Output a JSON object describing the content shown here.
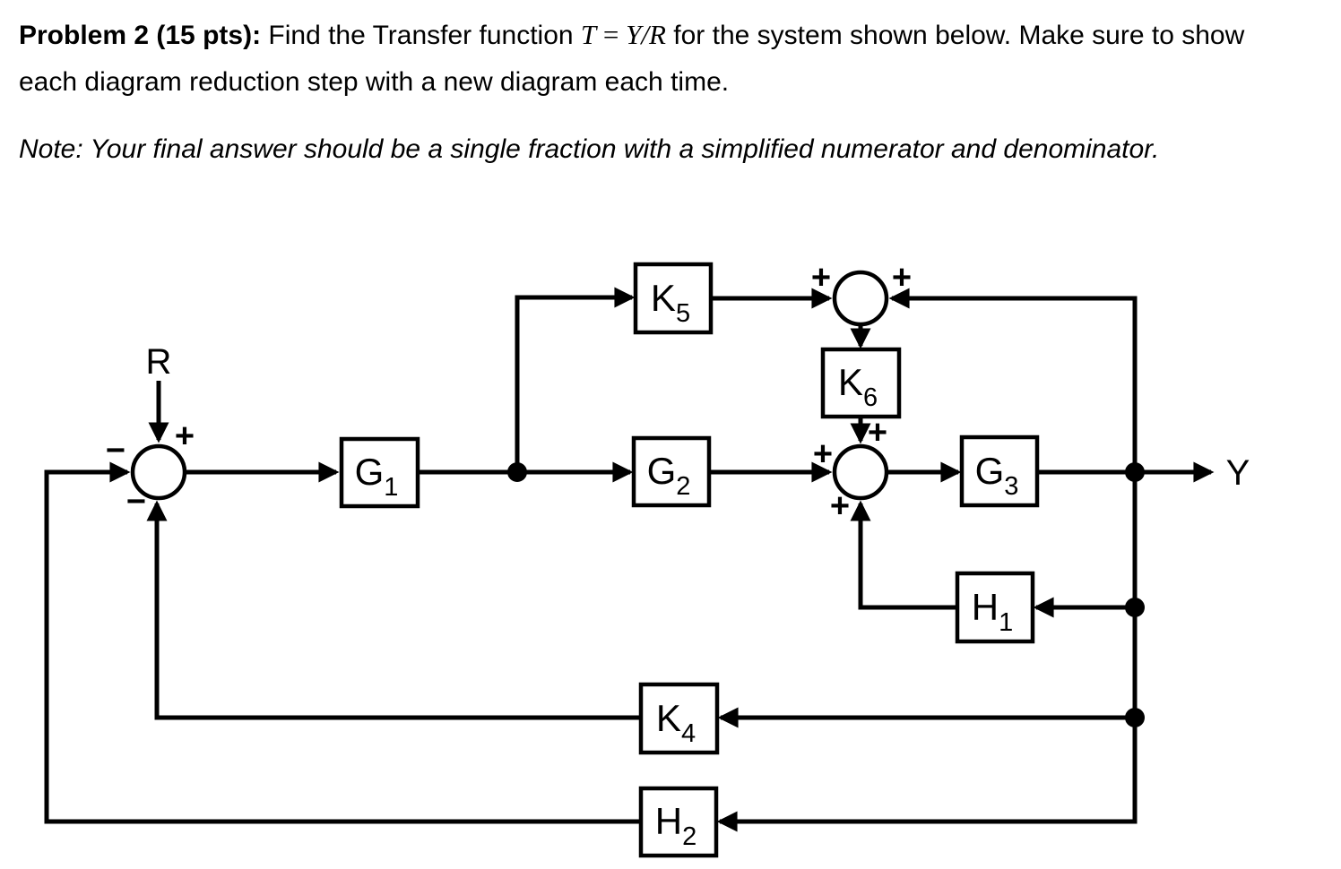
{
  "statement": {
    "label": "Problem 2 (15 pts):",
    "before_math": " Find the Transfer function ",
    "math_t": "T",
    "math_eq": " = ",
    "math_yr": "Y/R",
    "after_math": " for the system shown below. Make sure to show each diagram reduction step with a new diagram each time."
  },
  "note": {
    "text": "Note: Your final answer should be a single fraction with a simplified numerator and denominator."
  },
  "diagram": {
    "input_label": "R",
    "output_label": "Y",
    "blocks": {
      "g1": {
        "base": "G",
        "sub": "1"
      },
      "g2": {
        "base": "G",
        "sub": "2"
      },
      "g3": {
        "base": "G",
        "sub": "3"
      },
      "k4": {
        "base": "K",
        "sub": "4"
      },
      "k5": {
        "base": "K",
        "sub": "5"
      },
      "k6": {
        "base": "K",
        "sub": "6"
      },
      "h1": {
        "base": "H",
        "sub": "1"
      },
      "h2": {
        "base": "H",
        "sub": "2"
      }
    },
    "signs": {
      "sum1_top": "+",
      "sum1_left": "−",
      "sum1_bottom": "−",
      "sum2_left": "+",
      "sum2_right": "+",
      "sum3_left": "+",
      "sum3_top": "+",
      "sum3_bottom": "+"
    },
    "colors": {
      "line": "#000000",
      "background": "#ffffff"
    }
  }
}
